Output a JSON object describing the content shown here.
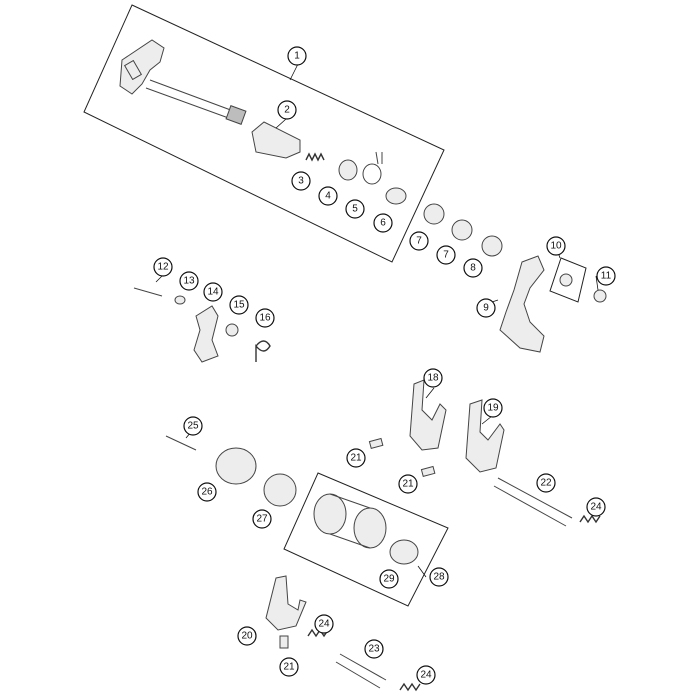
{
  "diagram": {
    "callouts": [
      "1",
      "2",
      "3",
      "4",
      "5",
      "6",
      "7",
      "7",
      "8",
      "9",
      "10",
      "11",
      "12",
      "13",
      "14",
      "15",
      "16",
      "18",
      "19",
      "21",
      "21",
      "22",
      "24",
      "25",
      "26",
      "27",
      "28",
      "29",
      "20",
      "24",
      "23",
      "21",
      "24"
    ]
  }
}
